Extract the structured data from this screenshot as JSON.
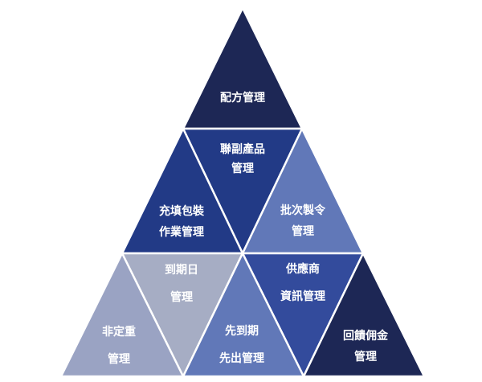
{
  "diagram": {
    "colors": {
      "navy": "#1d2755",
      "dark_blue": "#223a86",
      "medium_blue": "#334b9c",
      "steel_blue": "#6178b8",
      "light_steel": "#a6adc4",
      "pale_steel": "#9aa3c3",
      "outline": "#ffffff"
    },
    "cells": [
      {
        "id": "recipe",
        "lines": [
          "配方管理"
        ]
      },
      {
        "id": "by-product",
        "lines": [
          "聯副產品",
          "管理"
        ]
      },
      {
        "id": "filling",
        "lines": [
          "充填包裝",
          "作業管理"
        ]
      },
      {
        "id": "batch-order",
        "lines": [
          "批次製令",
          "管理"
        ]
      },
      {
        "id": "expiry",
        "lines": [
          "到期日",
          "管理"
        ]
      },
      {
        "id": "supplier",
        "lines": [
          "供應商",
          "資訊管理"
        ]
      },
      {
        "id": "non-weight",
        "lines": [
          "非定重",
          "管理"
        ]
      },
      {
        "id": "fefo",
        "lines": [
          "先到期",
          "先出管理"
        ]
      },
      {
        "id": "rebate",
        "lines": [
          "回饋佣金",
          "管理"
        ]
      }
    ]
  }
}
